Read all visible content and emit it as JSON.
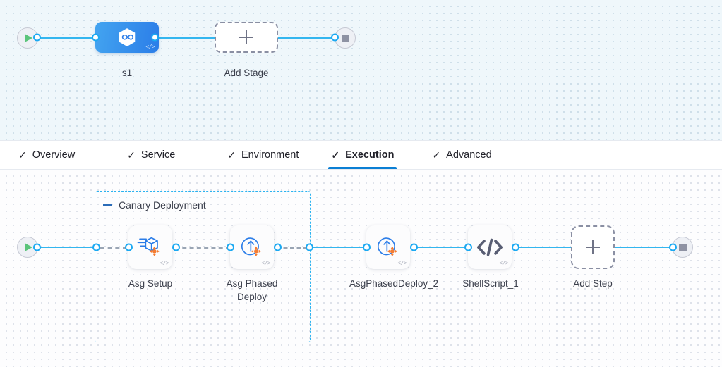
{
  "pipeline_canvas": {
    "start_node": {
      "name": "start-node",
      "icon": "play-icon"
    },
    "end_node": {
      "name": "end-node",
      "icon": "stop-icon"
    },
    "stage": {
      "label": "s1",
      "icon": "hexagon-infinity-icon",
      "code_badge": "</>",
      "color": "#2b7de8"
    },
    "add_stage": {
      "label": "Add Stage",
      "icon": "plus-icon"
    }
  },
  "tabs": {
    "check_icon": "check-icon",
    "active_index": 3,
    "active_underline_color": "#0b7fd4",
    "items": [
      {
        "label": "Overview"
      },
      {
        "label": "Service"
      },
      {
        "label": "Environment"
      },
      {
        "label": "Execution"
      },
      {
        "label": "Advanced"
      }
    ]
  },
  "execution_canvas": {
    "start_node": {
      "name": "start-node",
      "icon": "play-icon"
    },
    "end_node": {
      "name": "end-node",
      "icon": "stop-icon"
    },
    "group": {
      "title": "Canary Deployment",
      "collapse_icon": "collapse-dash-icon",
      "border_color": "#2bb3f0"
    },
    "steps": [
      {
        "label": "Asg Setup",
        "icon": "asg-setup-icon",
        "code_badge": "</>",
        "in_group": true
      },
      {
        "label": "Asg Phased Deploy",
        "icon": "asg-phased-deploy-icon",
        "code_badge": "</>",
        "in_group": true
      },
      {
        "label": "AsgPhasedDeploy_2",
        "icon": "asg-phased-deploy-icon",
        "code_badge": "</>",
        "in_group": false
      },
      {
        "label": "ShellScript_1",
        "icon": "code-brackets-icon",
        "code_badge": "</>",
        "in_group": false
      }
    ],
    "add_step": {
      "label": "Add Step",
      "icon": "plus-icon"
    }
  },
  "theme": {
    "link_color": "#33b6ef",
    "port_color": "#1ba9f2",
    "accent_orange": "#f47c32",
    "accent_blue": "#2b7de8",
    "stage_canvas_bg": "#eff7fb",
    "step_canvas_bg": "#fdfdfe"
  }
}
